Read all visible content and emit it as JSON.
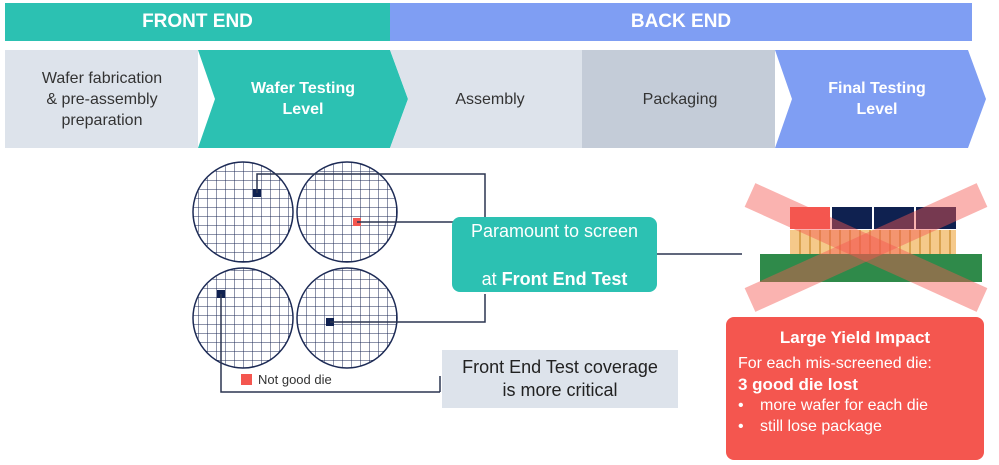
{
  "colors": {
    "teal": "#2cc1b2",
    "blue": "#7f9ef3",
    "stage_gray": "#dde3eb",
    "stage_gray2": "#c4ccd8",
    "ngd_red": "#f4564f",
    "die_navy": "#0f2150",
    "alert_red": "#f4564f"
  },
  "header": {
    "front_end": "FRONT END",
    "back_end": "BACK END"
  },
  "stages": [
    {
      "label": "Wafer fabrication\n& pre-assembly\npreparation"
    },
    {
      "label": "Wafer Testing\nLevel"
    },
    {
      "label": "Assembly"
    },
    {
      "label": "Packaging"
    },
    {
      "label": "Final Testing\nLevel"
    }
  ],
  "callout_paramount": {
    "line1": "Paramount to screen",
    "line2_prefix": "at ",
    "line2_bold": "Front End Test"
  },
  "callout_coverage": {
    "text": "Front End Test coverage\nis more critical"
  },
  "legend": {
    "label": "Not good die"
  },
  "impact": {
    "title": "Large Yield Impact",
    "line1": "For each mis-screened die:",
    "line2": "3 good die lost",
    "bullets": [
      "more wafer for each die",
      "still lose package"
    ]
  }
}
